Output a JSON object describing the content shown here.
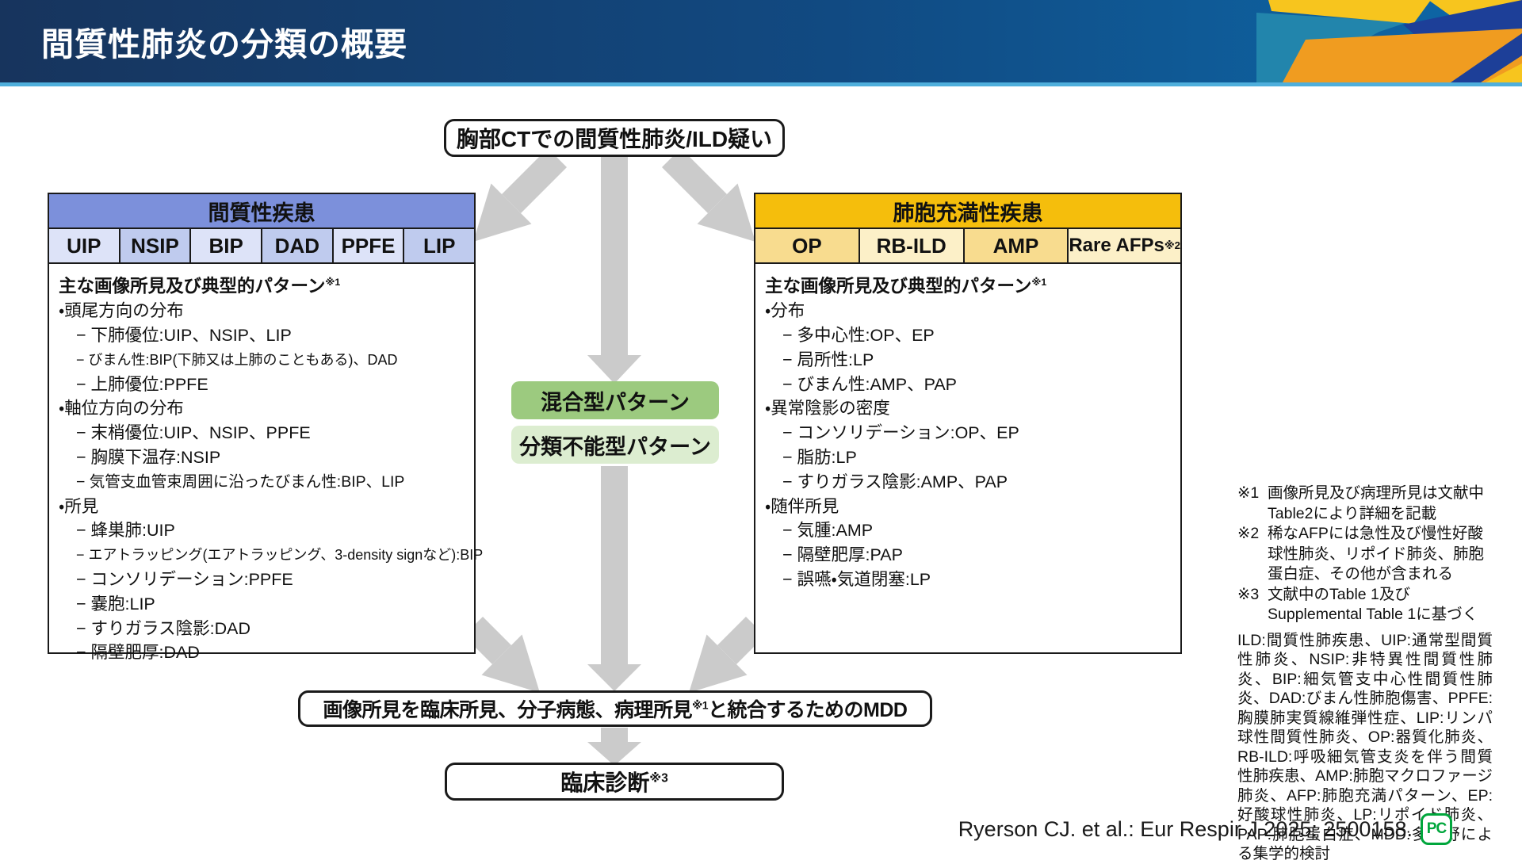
{
  "header": {
    "title": "間質性肺炎の分類の概要"
  },
  "flow": {
    "top_box": "胸部CTでの間質性肺炎/ILD疑い",
    "mixed_box": "混合型パターン",
    "unclassifiable_box": "分類不能型パターン",
    "mdd_box": {
      "pre": "画像所見を臨床所見、分子病態、病理所見",
      "sup": "※1",
      "post": "と統合するためのMDD"
    },
    "diagnosis_box": {
      "text": "臨床診断",
      "sup": "※3"
    }
  },
  "left_panel": {
    "header": "間質性疾患",
    "cells": [
      {
        "label": "UIP"
      },
      {
        "label": "NSIP"
      },
      {
        "label": "BIP"
      },
      {
        "label": "DAD"
      },
      {
        "label": "PPFE"
      },
      {
        "label": "LIP"
      }
    ],
    "title": {
      "text": "主な画像所見及び典型的パターン",
      "sup": "※1"
    },
    "lines": [
      {
        "text": "・頭尾方向の分布",
        "cls": "l1"
      },
      {
        "text": "− 下肺優位:UIP、NSIP、LIP",
        "cls": "sub"
      },
      {
        "text": "− びまん性:BIP(下肺又は上肺のこともある)、DAD",
        "cls": "sub sm"
      },
      {
        "text": "− 上肺優位:PPFE",
        "cls": "sub"
      },
      {
        "text": "・軸位方向の分布",
        "cls": "l1"
      },
      {
        "text": "− 末梢優位:UIP、NSIP、PPFE",
        "cls": "sub"
      },
      {
        "text": "− 胸膜下温存:NSIP",
        "cls": "sub"
      },
      {
        "text": "− 気管支血管束周囲に沿ったびまん性:BIP、LIP",
        "cls": "sub sm2"
      },
      {
        "text": "・所見",
        "cls": "l1"
      },
      {
        "text": "− 蜂巣肺:UIP",
        "cls": "sub"
      },
      {
        "text": "− エアトラッピング(エアトラッピング、3-density signなど):BIP",
        "cls": "sub sm"
      },
      {
        "text": "− コンソリデーション:PPFE",
        "cls": "sub"
      },
      {
        "text": "− 嚢胞:LIP",
        "cls": "sub"
      },
      {
        "text": "− すりガラス陰影:DAD",
        "cls": "sub"
      },
      {
        "text": "− 隔壁肥厚:DAD",
        "cls": "sub"
      }
    ]
  },
  "right_panel": {
    "header": "肺胞充満性疾患",
    "cells": [
      {
        "label": "OP"
      },
      {
        "label": "RB-ILD"
      },
      {
        "label": "AMP"
      },
      {
        "label": "Rare AFPs",
        "sup": "※2"
      }
    ],
    "title": {
      "text": "主な画像所見及び典型的パターン",
      "sup": "※1"
    },
    "lines": [
      {
        "text": "・分布",
        "cls": "l1"
      },
      {
        "text": "− 多中心性:OP、EP",
        "cls": "sub"
      },
      {
        "text": "− 局所性:LP",
        "cls": "sub"
      },
      {
        "text": "− びまん性:AMP、PAP",
        "cls": "sub"
      },
      {
        "text": "・異常陰影の密度",
        "cls": "l1"
      },
      {
        "text": "− コンソリデーション:OP、EP",
        "cls": "sub"
      },
      {
        "text": "− 脂肪:LP",
        "cls": "sub"
      },
      {
        "text": "− すりガラス陰影:AMP、PAP",
        "cls": "sub"
      },
      {
        "text": "・随伴所見",
        "cls": "l1"
      },
      {
        "text": "− 気腫:AMP",
        "cls": "sub"
      },
      {
        "text": "− 隔壁肥厚:PAP",
        "cls": "sub"
      },
      {
        "text": "− 誤嚥・気道閉塞:LP",
        "cls": "sub"
      }
    ]
  },
  "notes": {
    "footnotes": [
      {
        "label": "※1",
        "text": "画像所見及び病理所見は文献中Table2により詳細を記載"
      },
      {
        "label": "※2",
        "text": "稀なAFPには急性及び慢性好酸球性肺炎、リポイド肺炎、肺胞蛋白症、その他が含まれる"
      },
      {
        "label": "※3",
        "text": "文献中のTable 1及びSupplemental Table 1に基づく"
      }
    ],
    "abbreviations": "ILD:間質性肺疾患、UIP:通常型間質性肺炎、NSIP:非特異性間質性肺炎、BIP:細気管支中心性間質性肺炎、DAD:びまん性肺胞傷害、PPFE:胸膜肺実質線維弾性症、LIP:リンパ球性間質性肺炎、OP:器質化肺炎、RB-ILD:呼吸細気管支炎を伴う間質性肺疾患、AMP:肺胞マクロファージ肺炎、AFP:肺胞充満パターン、EP:好酸球性肺炎、LP:リポイド肺炎、PAP:肺胞蛋白症、MDD:多分野による集学的検討"
  },
  "footer": {
    "citation": "Ryerson CJ. et al.: Eur Respir J 2025: 2500158.",
    "logo": "PC"
  },
  "colors": {
    "header_navy": "#17345d",
    "header_blue": "#0d68a8",
    "header_underline": "#4fafdc",
    "left_header": "#7c90db",
    "left_cell_dark": "#bfcbee",
    "left_cell_light": "#dde3f8",
    "right_header": "#f5be0c",
    "right_cell_light": "#fcf0c8",
    "right_cell_dark": "#f8dc8f",
    "green_mixed": "#9cca7f",
    "green_unclassifiable": "#dcedd0",
    "arrow_gray": "#cbcbcb",
    "deco_yellow": "#f7c51e",
    "deco_orange": "#f09c20",
    "deco_teal": "#2285ac",
    "deco_navy": "#1d3f98",
    "logo_green": "#00a63c"
  }
}
